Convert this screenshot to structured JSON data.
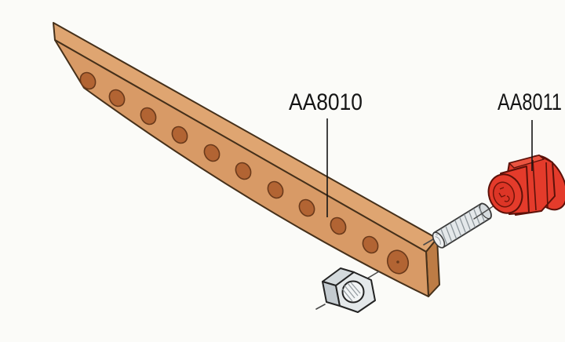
{
  "figure": {
    "kind": "exploded-assembly-diagram",
    "background": "#fbfbf8",
    "busbar": {
      "label": "AA8010",
      "small_hole_count": 10,
      "large_hole_count": 1
    },
    "insulator": {
      "label": "AA8011"
    },
    "parts": [
      "copper-busbar",
      "hex-nut",
      "threaded-stud",
      "support-insulator"
    ],
    "colors": {
      "copper": "#d89a66",
      "copper_top": "#dfa571",
      "copper_end": "#bd7c45",
      "hole": "#b26433",
      "hole_rim": "#6a3a1b",
      "steel": "#e4e8ea",
      "steel_shade": "#c9d0d4",
      "steel_light": "#eff1f2",
      "red": "#e43b2b",
      "red_light": "#ea5440",
      "red_dark": "#5c1109",
      "bar_outline": "#45301a",
      "ink": "#151515",
      "dash": "#4a4a4a"
    }
  }
}
